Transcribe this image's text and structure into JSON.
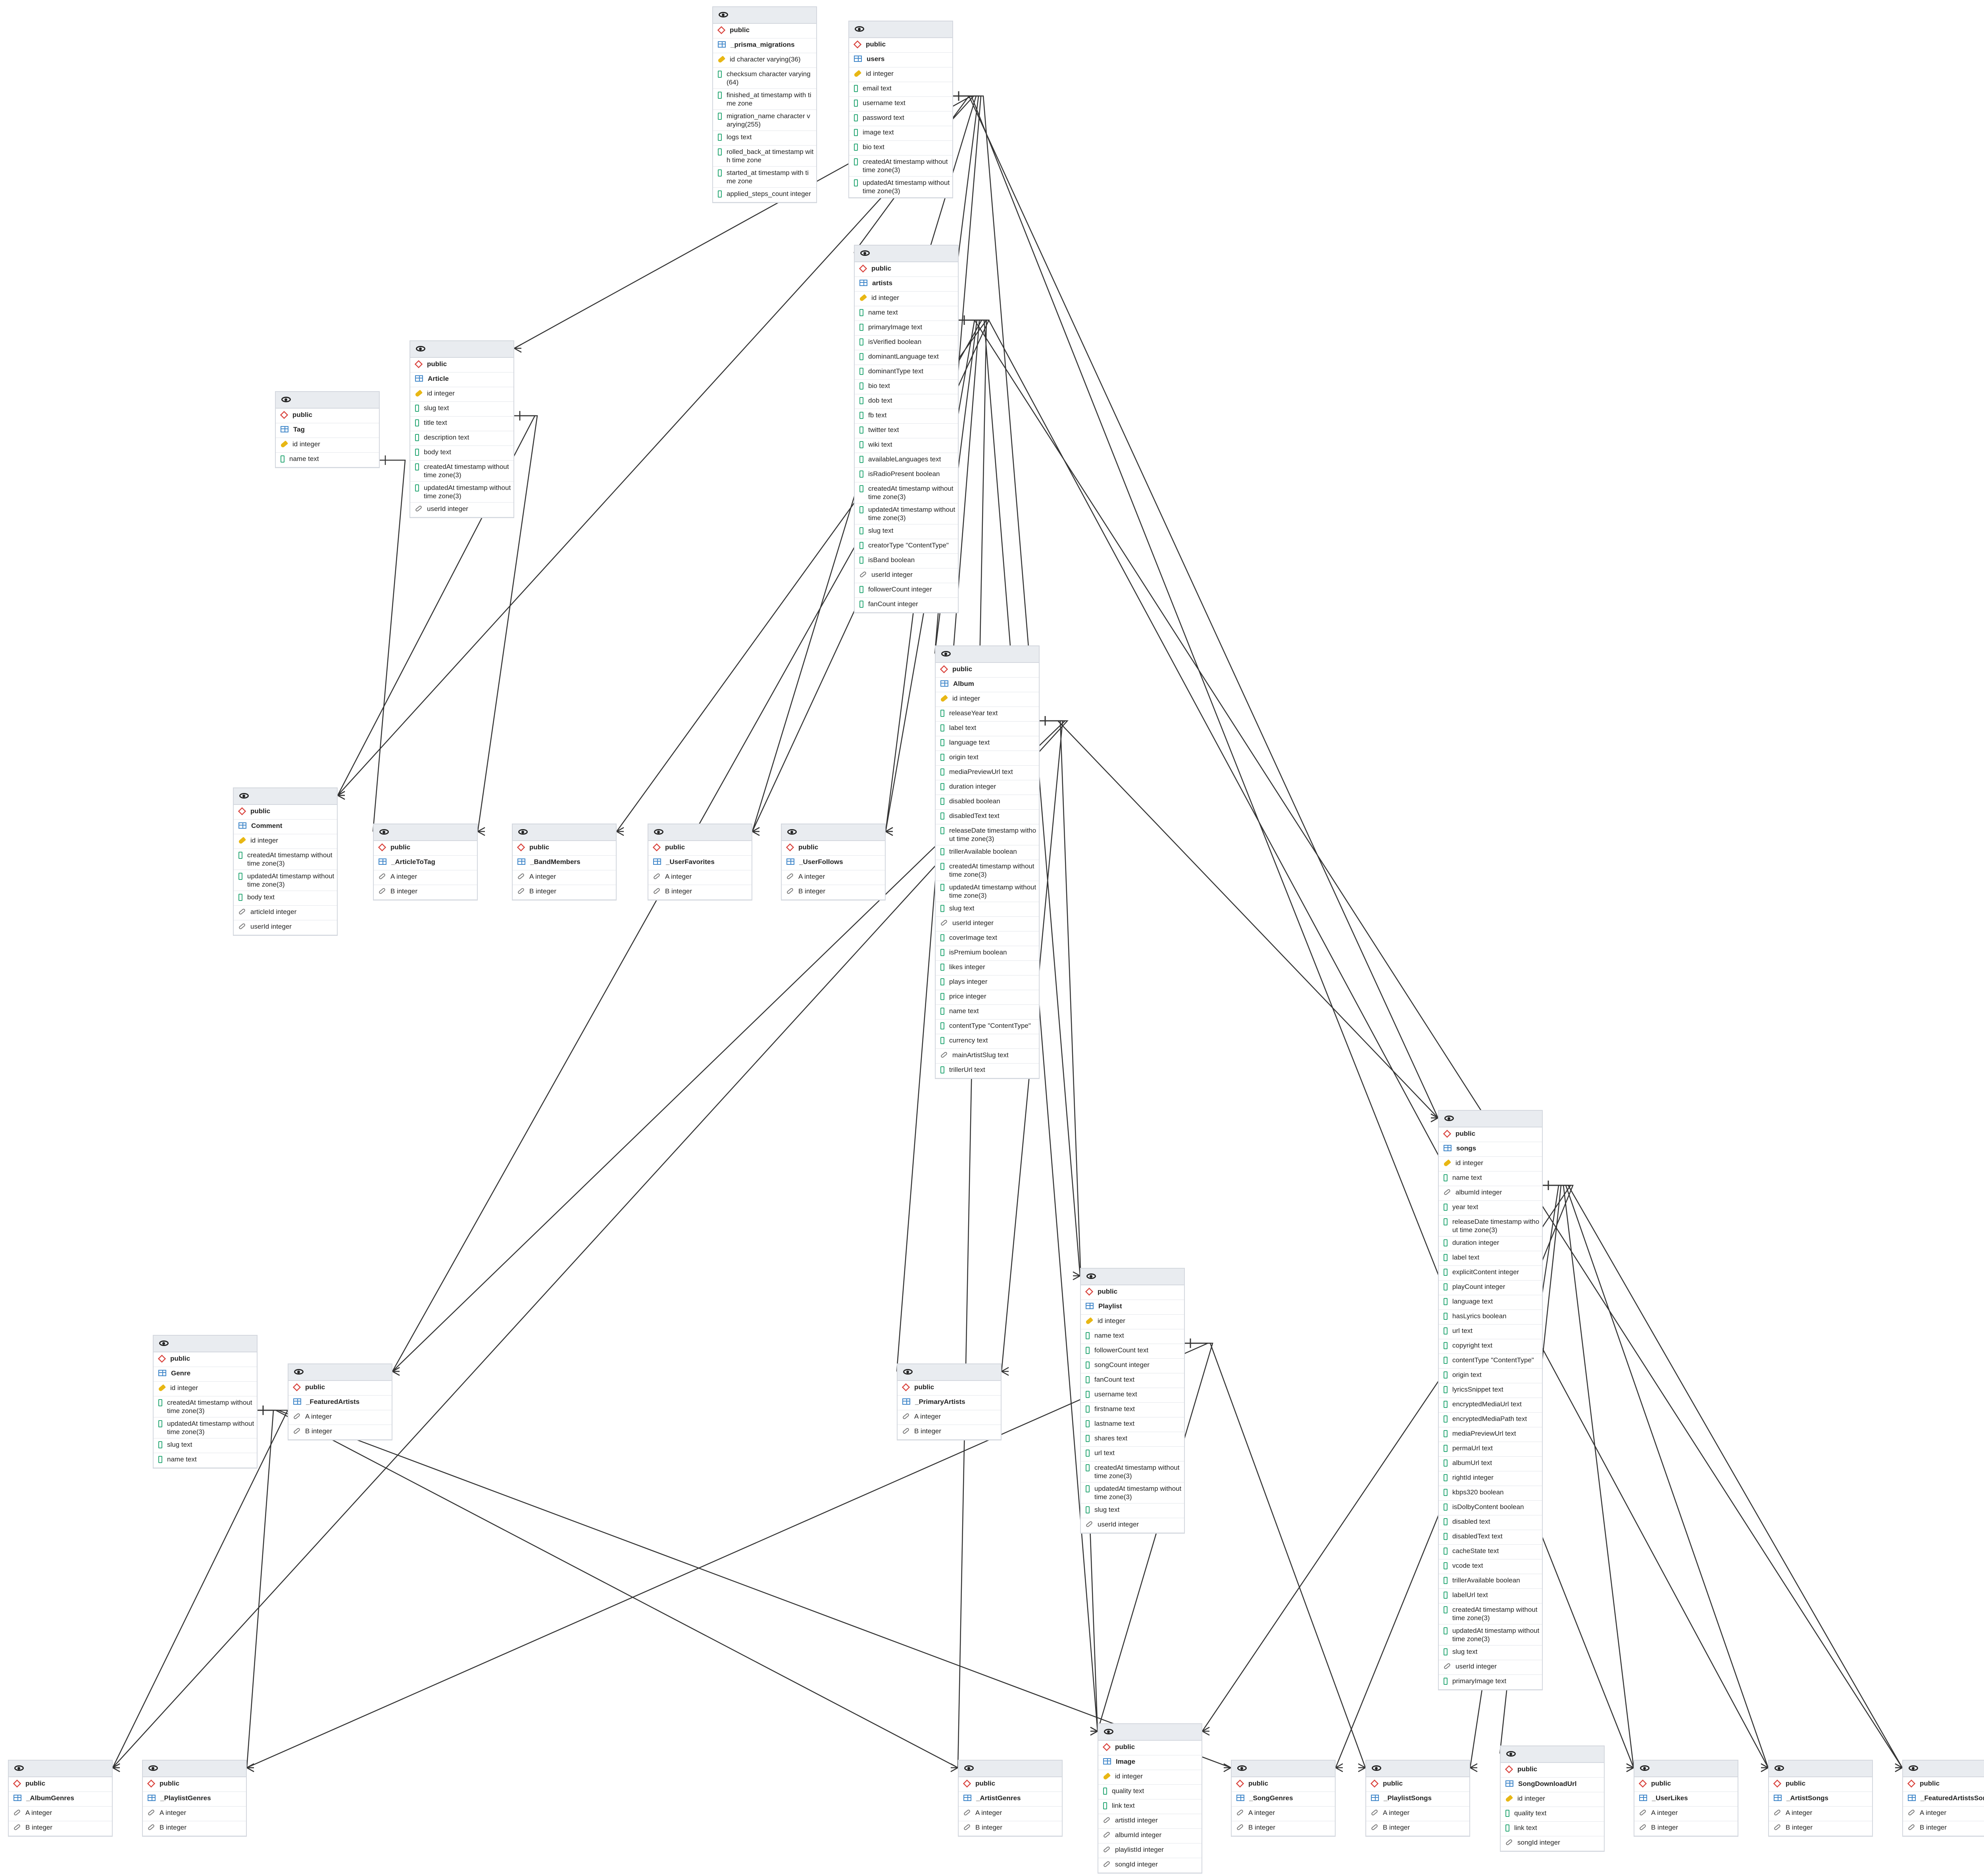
{
  "tables": [
    {
      "id": "prisma",
      "schema": "public",
      "name": "_prisma_migrations",
      "cols": [
        {
          "t": "pk",
          "n": "id character varying(36)"
        },
        {
          "t": "col",
          "n": "checksum character varying(64)"
        },
        {
          "t": "col",
          "n": "finished_at timestamp with time zone"
        },
        {
          "t": "col",
          "n": "migration_name character varying(255)"
        },
        {
          "t": "col",
          "n": "logs text"
        },
        {
          "t": "col",
          "n": "rolled_back_at timestamp with time zone"
        },
        {
          "t": "col",
          "n": "started_at timestamp with time zone"
        },
        {
          "t": "col",
          "n": "applied_steps_count integer"
        }
      ]
    },
    {
      "id": "users",
      "schema": "public",
      "name": "users",
      "cols": [
        {
          "t": "pk",
          "n": "id integer"
        },
        {
          "t": "col",
          "n": "email text"
        },
        {
          "t": "col",
          "n": "username text"
        },
        {
          "t": "col",
          "n": "password text"
        },
        {
          "t": "col",
          "n": "image text"
        },
        {
          "t": "col",
          "n": "bio text"
        },
        {
          "t": "col",
          "n": "createdAt timestamp without time zone(3)"
        },
        {
          "t": "col",
          "n": "updatedAt timestamp without time zone(3)"
        }
      ]
    },
    {
      "id": "artists",
      "schema": "public",
      "name": "artists",
      "cols": [
        {
          "t": "pk",
          "n": "id integer"
        },
        {
          "t": "col",
          "n": "name text"
        },
        {
          "t": "col",
          "n": "primaryImage text"
        },
        {
          "t": "col",
          "n": "isVerified boolean"
        },
        {
          "t": "col",
          "n": "dominantLanguage text"
        },
        {
          "t": "col",
          "n": "dominantType text"
        },
        {
          "t": "col",
          "n": "bio text"
        },
        {
          "t": "col",
          "n": "dob text"
        },
        {
          "t": "col",
          "n": "fb text"
        },
        {
          "t": "col",
          "n": "twitter text"
        },
        {
          "t": "col",
          "n": "wiki text"
        },
        {
          "t": "col",
          "n": "availableLanguages text"
        },
        {
          "t": "col",
          "n": "isRadioPresent boolean"
        },
        {
          "t": "col",
          "n": "createdAt timestamp without time zone(3)"
        },
        {
          "t": "col",
          "n": "updatedAt timestamp without time zone(3)"
        },
        {
          "t": "col",
          "n": "slug text"
        },
        {
          "t": "col",
          "n": "creatorType \"ContentType\""
        },
        {
          "t": "col",
          "n": "isBand boolean"
        },
        {
          "t": "fk",
          "n": "userId integer"
        },
        {
          "t": "col",
          "n": "followerCount integer"
        },
        {
          "t": "col",
          "n": "fanCount integer"
        }
      ]
    },
    {
      "id": "article",
      "schema": "public",
      "name": "Article",
      "cols": [
        {
          "t": "pk",
          "n": "id integer"
        },
        {
          "t": "col",
          "n": "slug text"
        },
        {
          "t": "col",
          "n": "title text"
        },
        {
          "t": "col",
          "n": "description text"
        },
        {
          "t": "col",
          "n": "body text"
        },
        {
          "t": "col",
          "n": "createdAt timestamp without time zone(3)"
        },
        {
          "t": "col",
          "n": "updatedAt timestamp without time zone(3)"
        },
        {
          "t": "fk",
          "n": "userId integer"
        }
      ]
    },
    {
      "id": "tag",
      "schema": "public",
      "name": "Tag",
      "cols": [
        {
          "t": "pk",
          "n": "id integer"
        },
        {
          "t": "col",
          "n": "name text"
        }
      ]
    },
    {
      "id": "album",
      "schema": "public",
      "name": "Album",
      "cols": [
        {
          "t": "pk",
          "n": "id integer"
        },
        {
          "t": "col",
          "n": "releaseYear text"
        },
        {
          "t": "col",
          "n": "label text"
        },
        {
          "t": "col",
          "n": "language text"
        },
        {
          "t": "col",
          "n": "origin text"
        },
        {
          "t": "col",
          "n": "mediaPreviewUrl text"
        },
        {
          "t": "col",
          "n": "duration integer"
        },
        {
          "t": "col",
          "n": "disabled boolean"
        },
        {
          "t": "col",
          "n": "disabledText text"
        },
        {
          "t": "col",
          "n": "releaseDate timestamp without time zone(3)"
        },
        {
          "t": "col",
          "n": "trillerAvailable boolean"
        },
        {
          "t": "col",
          "n": "createdAt timestamp without time zone(3)"
        },
        {
          "t": "col",
          "n": "updatedAt timestamp without time zone(3)"
        },
        {
          "t": "col",
          "n": "slug text"
        },
        {
          "t": "fk",
          "n": "userId integer"
        },
        {
          "t": "col",
          "n": "coverImage text"
        },
        {
          "t": "col",
          "n": "isPremium boolean"
        },
        {
          "t": "col",
          "n": "likes integer"
        },
        {
          "t": "col",
          "n": "plays integer"
        },
        {
          "t": "col",
          "n": "price integer"
        },
        {
          "t": "col",
          "n": "name text"
        },
        {
          "t": "col",
          "n": "contentType \"ContentType\""
        },
        {
          "t": "col",
          "n": "currency text"
        },
        {
          "t": "fk",
          "n": "mainArtistSlug text"
        },
        {
          "t": "col",
          "n": "trillerUrl text"
        }
      ]
    },
    {
      "id": "comment",
      "schema": "public",
      "name": "Comment",
      "cols": [
        {
          "t": "pk",
          "n": "id integer"
        },
        {
          "t": "col",
          "n": "createdAt timestamp without time zone(3)"
        },
        {
          "t": "col",
          "n": "updatedAt timestamp without time zone(3)"
        },
        {
          "t": "col",
          "n": "body text"
        },
        {
          "t": "fk",
          "n": "articleId integer"
        },
        {
          "t": "fk",
          "n": "userId integer"
        }
      ]
    },
    {
      "id": "articletotag",
      "schema": "public",
      "name": "_ArticleToTag",
      "cols": [
        {
          "t": "fk",
          "n": "A integer"
        },
        {
          "t": "fk",
          "n": "B integer"
        }
      ]
    },
    {
      "id": "bandmembers",
      "schema": "public",
      "name": "_BandMembers",
      "cols": [
        {
          "t": "fk",
          "n": "A integer"
        },
        {
          "t": "fk",
          "n": "B integer"
        }
      ]
    },
    {
      "id": "userfavorites",
      "schema": "public",
      "name": "_UserFavorites",
      "cols": [
        {
          "t": "fk",
          "n": "A integer"
        },
        {
          "t": "fk",
          "n": "B integer"
        }
      ]
    },
    {
      "id": "userfollows",
      "schema": "public",
      "name": "_UserFollows",
      "cols": [
        {
          "t": "fk",
          "n": "A integer"
        },
        {
          "t": "fk",
          "n": "B integer"
        }
      ]
    },
    {
      "id": "songs",
      "schema": "public",
      "name": "songs",
      "cols": [
        {
          "t": "pk",
          "n": "id integer"
        },
        {
          "t": "col",
          "n": "name text"
        },
        {
          "t": "fk",
          "n": "albumId integer"
        },
        {
          "t": "col",
          "n": "year text"
        },
        {
          "t": "col",
          "n": "releaseDate timestamp without time zone(3)"
        },
        {
          "t": "col",
          "n": "duration integer"
        },
        {
          "t": "col",
          "n": "label text"
        },
        {
          "t": "col",
          "n": "explicitContent integer"
        },
        {
          "t": "col",
          "n": "playCount integer"
        },
        {
          "t": "col",
          "n": "language text"
        },
        {
          "t": "col",
          "n": "hasLyrics boolean"
        },
        {
          "t": "col",
          "n": "url text"
        },
        {
          "t": "col",
          "n": "copyright text"
        },
        {
          "t": "col",
          "n": "contentType \"ContentType\""
        },
        {
          "t": "col",
          "n": "origin text"
        },
        {
          "t": "col",
          "n": "lyricsSnippet text"
        },
        {
          "t": "col",
          "n": "encryptedMediaUrl text"
        },
        {
          "t": "col",
          "n": "encryptedMediaPath text"
        },
        {
          "t": "col",
          "n": "mediaPreviewUrl text"
        },
        {
          "t": "col",
          "n": "permaUrl text"
        },
        {
          "t": "col",
          "n": "albumUrl text"
        },
        {
          "t": "col",
          "n": "rightId integer"
        },
        {
          "t": "col",
          "n": "kbps320 boolean"
        },
        {
          "t": "col",
          "n": "isDolbyContent boolean"
        },
        {
          "t": "col",
          "n": "disabled text"
        },
        {
          "t": "col",
          "n": "disabledText text"
        },
        {
          "t": "col",
          "n": "cacheState text"
        },
        {
          "t": "col",
          "n": "vcode text"
        },
        {
          "t": "col",
          "n": "trillerAvailable boolean"
        },
        {
          "t": "col",
          "n": "labelUrl text"
        },
        {
          "t": "col",
          "n": "createdAt timestamp without time zone(3)"
        },
        {
          "t": "col",
          "n": "updatedAt timestamp without time zone(3)"
        },
        {
          "t": "col",
          "n": "slug text"
        },
        {
          "t": "fk",
          "n": "userId integer"
        },
        {
          "t": "col",
          "n": "primaryImage text"
        }
      ]
    },
    {
      "id": "playlist",
      "schema": "public",
      "name": "Playlist",
      "cols": [
        {
          "t": "pk",
          "n": "id integer"
        },
        {
          "t": "col",
          "n": "name text"
        },
        {
          "t": "col",
          "n": "followerCount text"
        },
        {
          "t": "col",
          "n": "songCount integer"
        },
        {
          "t": "col",
          "n": "fanCount text"
        },
        {
          "t": "col",
          "n": "username text"
        },
        {
          "t": "col",
          "n": "firstname text"
        },
        {
          "t": "col",
          "n": "lastname text"
        },
        {
          "t": "col",
          "n": "shares text"
        },
        {
          "t": "col",
          "n": "url text"
        },
        {
          "t": "col",
          "n": "createdAt timestamp without time zone(3)"
        },
        {
          "t": "col",
          "n": "updatedAt timestamp without time zone(3)"
        },
        {
          "t": "col",
          "n": "slug text"
        },
        {
          "t": "fk",
          "n": "userId integer"
        }
      ]
    },
    {
      "id": "genre",
      "schema": "public",
      "name": "Genre",
      "cols": [
        {
          "t": "pk",
          "n": "id integer"
        },
        {
          "t": "col",
          "n": "createdAt timestamp without time zone(3)"
        },
        {
          "t": "col",
          "n": "updatedAt timestamp without time zone(3)"
        },
        {
          "t": "col",
          "n": "slug text"
        },
        {
          "t": "col",
          "n": "name text"
        }
      ]
    },
    {
      "id": "featuredartists",
      "schema": "public",
      "name": "_FeaturedArtists",
      "cols": [
        {
          "t": "fk",
          "n": "A integer"
        },
        {
          "t": "fk",
          "n": "B integer"
        }
      ]
    },
    {
      "id": "primaryartists",
      "schema": "public",
      "name": "_PrimaryArtists",
      "cols": [
        {
          "t": "fk",
          "n": "A integer"
        },
        {
          "t": "fk",
          "n": "B integer"
        }
      ]
    },
    {
      "id": "albumgenres",
      "schema": "public",
      "name": "_AlbumGenres",
      "cols": [
        {
          "t": "fk",
          "n": "A integer"
        },
        {
          "t": "fk",
          "n": "B integer"
        }
      ]
    },
    {
      "id": "playlistgenres",
      "schema": "public",
      "name": "_PlaylistGenres",
      "cols": [
        {
          "t": "fk",
          "n": "A integer"
        },
        {
          "t": "fk",
          "n": "B integer"
        }
      ]
    },
    {
      "id": "artistgenres",
      "schema": "public",
      "name": "_ArtistGenres",
      "cols": [
        {
          "t": "fk",
          "n": "A integer"
        },
        {
          "t": "fk",
          "n": "B integer"
        }
      ]
    },
    {
      "id": "image",
      "schema": "public",
      "name": "Image",
      "cols": [
        {
          "t": "pk",
          "n": "id integer"
        },
        {
          "t": "col",
          "n": "quality text"
        },
        {
          "t": "col",
          "n": "link text"
        },
        {
          "t": "fk",
          "n": "artistId integer"
        },
        {
          "t": "fk",
          "n": "albumId integer"
        },
        {
          "t": "fk",
          "n": "playlistId integer"
        },
        {
          "t": "fk",
          "n": "songId integer"
        }
      ]
    },
    {
      "id": "songgenres",
      "schema": "public",
      "name": "_SongGenres",
      "cols": [
        {
          "t": "fk",
          "n": "A integer"
        },
        {
          "t": "fk",
          "n": "B integer"
        }
      ]
    },
    {
      "id": "playlistsongs",
      "schema": "public",
      "name": "_PlaylistSongs",
      "cols": [
        {
          "t": "fk",
          "n": "A integer"
        },
        {
          "t": "fk",
          "n": "B integer"
        }
      ]
    },
    {
      "id": "songdownloadurl",
      "schema": "public",
      "name": "SongDownloadUrl",
      "cols": [
        {
          "t": "pk",
          "n": "id integer"
        },
        {
          "t": "col",
          "n": "quality text"
        },
        {
          "t": "col",
          "n": "link text"
        },
        {
          "t": "fk",
          "n": "songId integer"
        }
      ]
    },
    {
      "id": "userlikes",
      "schema": "public",
      "name": "_UserLikes",
      "cols": [
        {
          "t": "fk",
          "n": "A integer"
        },
        {
          "t": "fk",
          "n": "B integer"
        }
      ]
    },
    {
      "id": "artistsongs",
      "schema": "public",
      "name": "_ArtistSongs",
      "cols": [
        {
          "t": "fk",
          "n": "A integer"
        },
        {
          "t": "fk",
          "n": "B integer"
        }
      ]
    },
    {
      "id": "featuredartistssong",
      "schema": "public",
      "name": "_FeaturedArtistsSong",
      "cols": [
        {
          "t": "fk",
          "n": "A integer"
        },
        {
          "t": "fk",
          "n": "B integer"
        }
      ]
    }
  ],
  "relations": [
    [
      "users",
      "artists"
    ],
    [
      "users",
      "article"
    ],
    [
      "users",
      "comment"
    ],
    [
      "users",
      "userfavorites"
    ],
    [
      "users",
      "userfollows"
    ],
    [
      "users",
      "album"
    ],
    [
      "users",
      "playlist"
    ],
    [
      "users",
      "songs"
    ],
    [
      "users",
      "userlikes"
    ],
    [
      "article",
      "comment"
    ],
    [
      "article",
      "articletotag"
    ],
    [
      "tag",
      "articletotag"
    ],
    [
      "artists",
      "bandmembers"
    ],
    [
      "artists",
      "userfavorites"
    ],
    [
      "artists",
      "userfollows"
    ],
    [
      "artists",
      "album"
    ],
    [
      "artists",
      "primaryartists"
    ],
    [
      "artists",
      "featuredartists"
    ],
    [
      "artists",
      "image"
    ],
    [
      "artists",
      "artistgenres"
    ],
    [
      "artists",
      "artistsongs"
    ],
    [
      "artists",
      "featuredartistssong"
    ],
    [
      "album",
      "songs"
    ],
    [
      "album",
      "image"
    ],
    [
      "album",
      "primaryartists"
    ],
    [
      "album",
      "featuredartists"
    ],
    [
      "album",
      "albumgenres"
    ],
    [
      "genre",
      "albumgenres"
    ],
    [
      "genre",
      "playlistgenres"
    ],
    [
      "genre",
      "artistgenres"
    ],
    [
      "genre",
      "songgenres"
    ],
    [
      "playlist",
      "playlistgenres"
    ],
    [
      "playlist",
      "playlistsongs"
    ],
    [
      "playlist",
      "image"
    ],
    [
      "songs",
      "songgenres"
    ],
    [
      "songs",
      "playlistsongs"
    ],
    [
      "songs",
      "songdownloadurl"
    ],
    [
      "songs",
      "userlikes"
    ],
    [
      "songs",
      "artistsongs"
    ],
    [
      "songs",
      "featuredartistssong"
    ],
    [
      "songs",
      "image"
    ]
  ]
}
